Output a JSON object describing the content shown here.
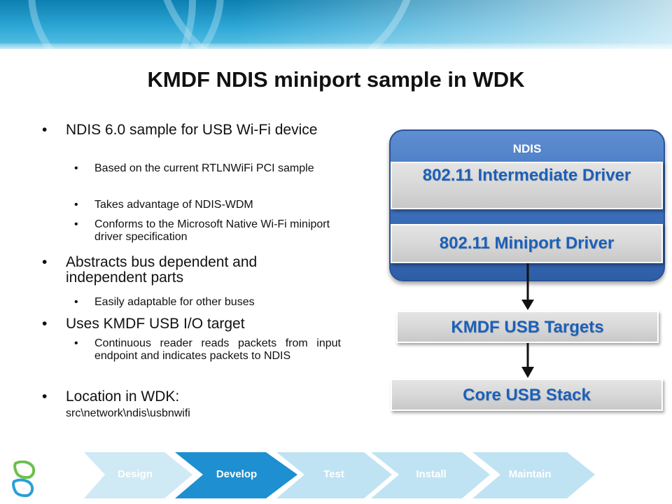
{
  "title": "KMDF NDIS miniport sample in WDK",
  "bullets": {
    "b1": "NDIS 6.0 sample for USB Wi-Fi device",
    "b1_1": "Based on the current RTLNWiFi PCI sample",
    "b1_2": "Takes advantage of NDIS-WDM",
    "b1_3": "Conforms to the Microsoft Native Wi-Fi miniport driver specification",
    "b2": "Abstracts bus dependent and independent parts",
    "b2_1": "Easily adaptable for other buses",
    "b3": "Uses KMDF USB I/O target",
    "b3_1": "Continuous reader reads packets from input endpoint and indicates packets to NDIS",
    "b4": "Location in WDK:",
    "b4_path": "src\\network\\ndis\\usbnwifi"
  },
  "diagram": {
    "ndis_label": "NDIS",
    "intermediate": "802.11 Intermediate Driver",
    "miniport": "802.11 Miniport Driver",
    "kmdf": "KMDF USB Targets",
    "core": "Core USB Stack"
  },
  "workflow": {
    "steps": [
      "Design",
      "Develop",
      "Test",
      "Install",
      "Maintain"
    ],
    "active": "Develop"
  },
  "colors": {
    "accent_blue": "#1b60b8",
    "ndis_box": "#3d6fbb",
    "workflow_active": "#1e8fd0",
    "workflow_inactive": "#bfe3f3"
  }
}
